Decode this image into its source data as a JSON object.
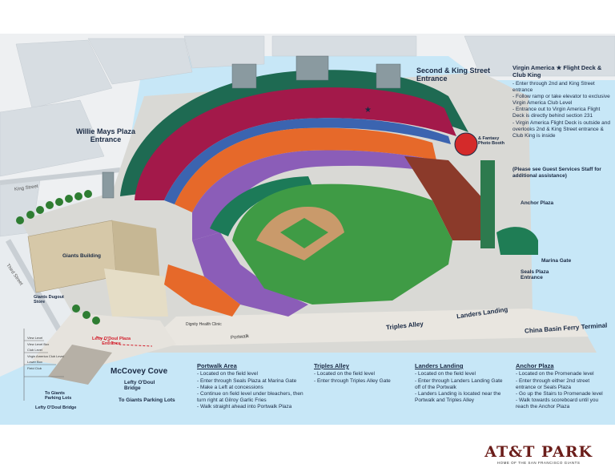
{
  "labels": {
    "second_king": "Second & King Street Entrance",
    "willie_mays": "Willie Mays Plaza Entrance",
    "giants_building": "Giants Building",
    "giants_dugout_store": "Giants Dugout Store",
    "king_street": "King Street",
    "third_street": "Third Street",
    "anchor_plaza": "Anchor Plaza",
    "marina_gate": "Marina Gate",
    "seals_plaza": "Seals Plaza Entrance",
    "landers_landing": "Landers Landing",
    "triples_alley": "Triples Alley",
    "china_basin": "China Basin Ferry Terminal",
    "portwalk": "Portwalk",
    "dignity_health": "Dignity Health Clinic",
    "lefty_plaza": "Lefty O'Doul Plaza Entrance",
    "mccovey_cove": "McCovey Cove",
    "lefty_bridge": "Lefty O'Doul Bridge",
    "to_parking_lots": "To Giants Parking Lots",
    "to_parking_lots_left": "To Giants Parking Lots",
    "lefty_bridge_left": "Lefty O'Doul Bridge",
    "fantasy_booth": "& Fantasy Photo Booth",
    "flight_deck_title": "Virgin America ★ Flight Deck & Club King",
    "guest_services": "(Please see Guest Services Staff for additional assistance)"
  },
  "level_key": [
    "View Level",
    "View Level Box",
    "Club Level",
    "Virgin America Club Level",
    "Lower Box",
    "Field Club"
  ],
  "flight_deck_notes": [
    "- Enter through 2nd and King Street entrance",
    "- Follow ramp or take elevator to exclusive Virgin America Club Level",
    "- Entrance out to Virgin America Flight Deck is directly behind section 231",
    "- Virgin America Flight Deck is outside and overlooks 2nd & King Street entrance & Club King is inside"
  ],
  "notes": [
    {
      "title": "Portwalk Area",
      "items": [
        "- Located on the field level",
        "- Enter through Seals Plaza at Marina Gate",
        "- Make a Left at concessions",
        "- Continue on field level under bleachers, then turn right at Gilroy Garlic Fries",
        "- Walk straight ahead into Portwalk Plaza"
      ]
    },
    {
      "title": "Triples Alley",
      "items": [
        "- Located on the field level",
        "- Enter through Triples Alley Gate"
      ]
    },
    {
      "title": "Landers Landing",
      "items": [
        "- Located on the field level",
        "- Enter through Landers Landing Gate off of the Portwalk",
        "- Landers Landing is located near the Portwalk and Triples Alley"
      ]
    },
    {
      "title": "Anchor Plaza",
      "items": [
        "- Located on the Promenade level",
        "- Enter through either 2nd street entrance or Seals Plaza",
        "- Go up the Stairs to Promenade level",
        "- Walk towards scoreboard until you reach the Anchor Plaza"
      ]
    }
  ],
  "logo": {
    "name": "AT&T PARK",
    "tagline": "HOME OF THE SAN FRANCISCO GIANTS"
  },
  "colors": {
    "view_level": "#a3194a",
    "club_level": "#e6692a",
    "lower_box": "#8b5db8",
    "field_club": "#1c6e4e",
    "bleachers": "#8b3a2a",
    "upper_blue": "#3b64b0",
    "grass": "#3f9b45",
    "dirt": "#c99a6b",
    "water": "#c2e4f5",
    "street": "#e3e8ec",
    "text": "#1a2a44"
  }
}
